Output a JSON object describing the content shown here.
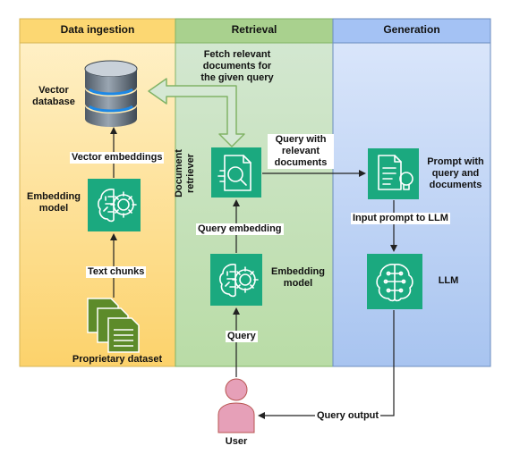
{
  "columns": [
    {
      "title": "Data ingestion"
    },
    {
      "title": "Retrieval"
    },
    {
      "title": "Generation"
    }
  ],
  "nodes": {
    "vector_database": "Vector\ndatabase",
    "embedding_model_left": "Embedding\nmodel",
    "proprietary_dataset": "Proprietary dataset",
    "document_retriever": "Document\nretriever",
    "embedding_model_mid": "Embedding\nmodel",
    "prompt": "Prompt with\nquery and\ndocuments",
    "llm": "LLM",
    "user": "User"
  },
  "edges": {
    "vector_embeddings": "Vector embeddings",
    "text_chunks": "Text chunks",
    "fetch": "Fetch relevant\ndocuments for\nthe given query",
    "query_with_docs": "Query with\nrelevant\ndocuments",
    "query_embedding": "Query embedding",
    "query": "Query",
    "input_prompt": "Input prompt to LLM",
    "query_output": "Query output"
  },
  "colors": {
    "ingestion_header": "#fcd772",
    "ingestion_top": "#fff2cc",
    "ingestion_bottom": "#fcd26b",
    "retrieval_header": "#a9d18e",
    "retrieval_fill": "#d5e8d4",
    "generation_header": "#a4c2f4",
    "generation_fill": "#c9dafa",
    "icon_green": "#1ba97f",
    "doc_green": "#5d8b2a",
    "user_pink": "#e6a0b8"
  },
  "icons": {
    "vector_database": "database-icon",
    "embedding_model_left": "brain-gear-icon",
    "proprietary_dataset": "documents-stack-icon",
    "document_retriever": "document-search-icon",
    "embedding_model_mid": "brain-gear-icon",
    "prompt": "document-lightbulb-icon",
    "llm": "brain-circuit-icon",
    "user": "user-icon"
  }
}
